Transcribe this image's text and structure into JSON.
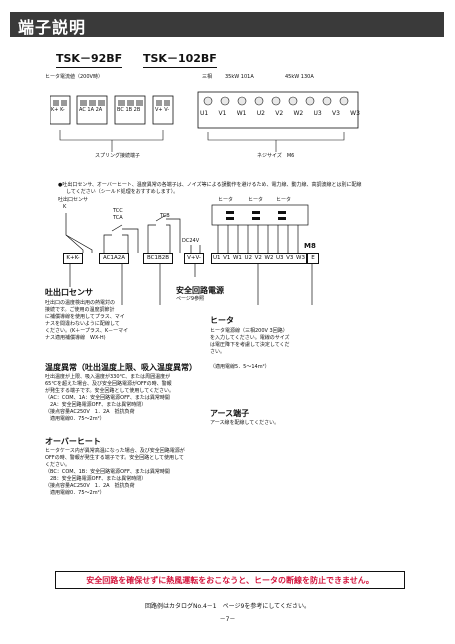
{
  "header": {
    "title": "端子説明"
  },
  "models": {
    "left": "TSK－92BF",
    "right": "TSK－102BF"
  },
  "top_block": {
    "left_caption": "ヒータ電流値（200V時）",
    "right_caption_phase": "三相",
    "right_caption_a": "35kW  101A",
    "right_caption_b": "45kW  130A",
    "spring_labels": [
      "K+",
      "K-",
      "AC",
      "1A",
      "2A",
      "BC",
      "1B",
      "2B",
      "V+",
      "V-"
    ],
    "screw_labels": [
      "U1",
      "V1",
      "W1",
      "U2",
      "V2",
      "W2",
      "U3",
      "V3",
      "W3"
    ],
    "spring_caption": "スプリング接続端子",
    "screw_caption": "ネジサイズ　M6"
  },
  "note": {
    "line1": "●吐出口センサ、オーバーヒート、温度異常の各端子は、ノイズ等による誤動作を避けるため、電力線、動力線、高調波線とは別に配線",
    "line2": "してください（シールド処理をおすすめします）。"
  },
  "diagram": {
    "sensor_label": "吐出口センサ",
    "k_label": "K",
    "tcc": "TCC",
    "tca": "TCA",
    "tcb": "TCB",
    "dc24v": "DC24V",
    "heater1": "ヒータ",
    "heater2": "ヒータ",
    "heater3": "ヒータ",
    "m8": "M8",
    "terminals": [
      "K+",
      "K-",
      "AC",
      "1A",
      "2A",
      "BC",
      "1B",
      "2B",
      "V+",
      "V-",
      "U1",
      "V1",
      "W1",
      "U2",
      "V2",
      "W2",
      "U3",
      "V3",
      "W3",
      "E"
    ]
  },
  "sections": {
    "sensor": {
      "title": "吐出口センサ",
      "body": [
        "吐出口の温度検出用の熱電対の",
        "接続です。ご使用の温度調節計",
        "に補償導線を使用してプラス、マイ",
        "ナスを間違わないように配線して",
        "ください。(K＋ープラス、K－ーマイ",
        "ナス適用補償導線　WX-H)"
      ]
    },
    "safety_power": {
      "title": "安全回路電源",
      "sub": "ページ9参照"
    },
    "heater": {
      "title": "ヒータ",
      "body": [
        "ヒータ電源線（三相200V 3回路）",
        "を入力してください。電線のサイズ",
        "は電圧降下を考慮して決定してくだ",
        "さい。"
      ],
      "wire": "（適用電線5．5～14m²）"
    },
    "temp_error": {
      "title": "温度異常（吐出温度上限、吸入温度異常）",
      "body": [
        "吐出温度が上限、吸入温度が330℃、または周囲温度が",
        "65℃を超えた場合、及び安全回路電源がOFFの時、警報",
        "が発生する端子です。安全回路として使用してください。",
        "（AC：COM、1A：安全回路電源OFF、または異常時開",
        "　2A：安全回路電源OFF、または異常時閉）",
        "（接点容量AC250V　1．2A　抵抗負荷",
        "　適用電線0．75～2m²）"
      ]
    },
    "earth": {
      "title": "アース端子",
      "body": "アース線を配線してください。"
    },
    "overheat": {
      "title": "オーバーヒート",
      "body": [
        "ヒータケース内が異常高温になった場合、及び安全回路電源が",
        "OFFの時、警報が発生する端子です。安全回路として使用して",
        "ください。",
        "（BC：COM、1B：安全回路電源OFF、または異常時開",
        "　2B：安全回路電源OFF、または異常時閉）",
        "（接点容量AC250V　1．2A　抵抗負荷",
        "　適用電線0．75～2m²）"
      ]
    }
  },
  "warning": "安全回路を確保せずに熱風運転をおこなうと、ヒータの断線を防止できません。",
  "footer": {
    "ref": "回路例はカタログNo.4－1　ページ9を参考にしてください。",
    "page": "－7－"
  }
}
